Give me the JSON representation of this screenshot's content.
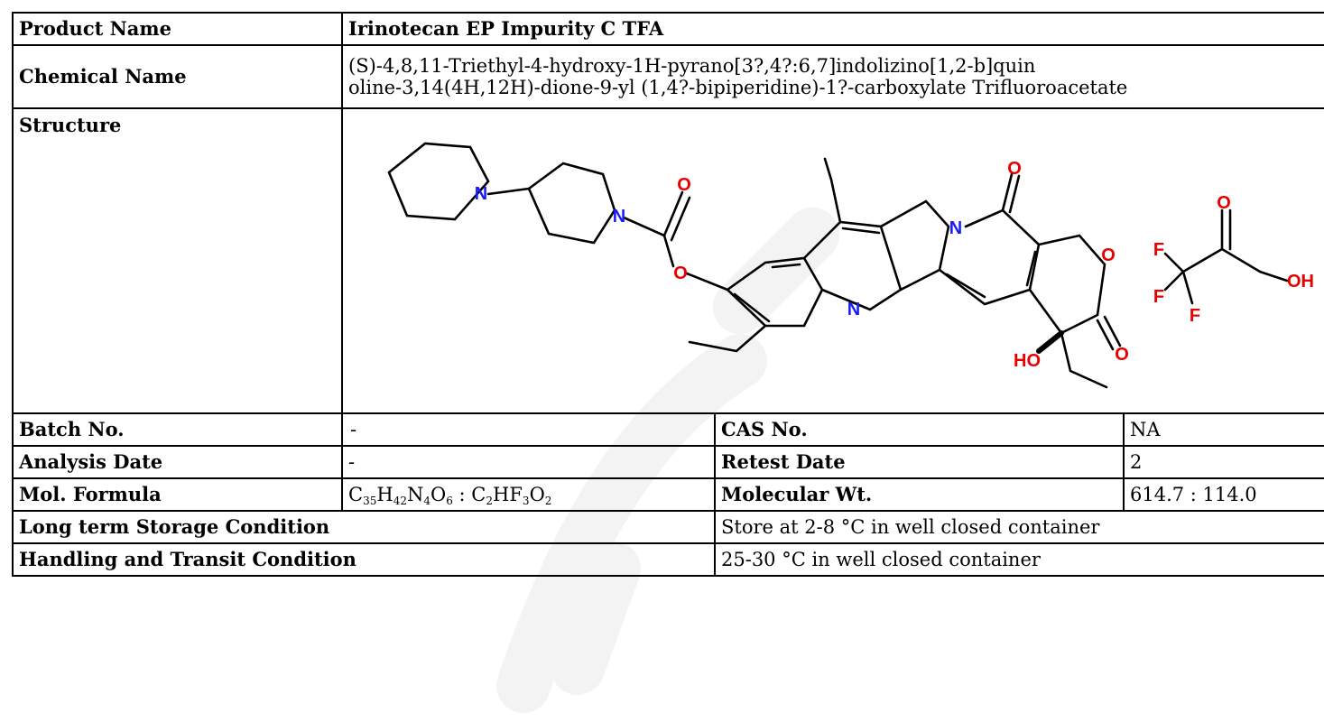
{
  "rows": {
    "product_name": {
      "label": "Product Name",
      "value": "Irinotecan EP Impurity C TFA"
    },
    "chemical_name": {
      "label": "Chemical Name",
      "value_line1": "(S)-4,8,11-Triethyl-4-hydroxy-1H-pyrano[3?,4?:6,7]indolizino[1,2-b]quin",
      "value_line2": "oline-3,14(4H,12H)-dione-9-yl (1,4?-bipiperidine)-1?-carboxylate Trifluoroacetate"
    },
    "structure": {
      "label": "Structure",
      "atoms": {
        "n": "N",
        "o": "O",
        "f": "F",
        "oh": "OH",
        "ho": "HO"
      }
    },
    "batch": {
      "label": "Batch No.",
      "value": "-",
      "label2": "CAS No.",
      "value2": "NA"
    },
    "analysis": {
      "label": "Analysis Date",
      "value": "-",
      "label2": "Retest Date",
      "value2": "2"
    },
    "formula": {
      "label": "Mol. Formula",
      "value": "C35H42N4O6 : C2HF3O2",
      "label2": "Molecular Wt.",
      "value2": "614.7 : 114.0"
    },
    "storage": {
      "label": "Long term Storage Condition",
      "value": "Store at 2-8 °C in well closed container"
    },
    "handling": {
      "label": "Handling and Transit Condition",
      "value": "25-30 °C in well closed container"
    }
  },
  "colors": {
    "nitrogen": "#1a1aff",
    "oxygen": "#e60000",
    "fluorine": "#e60000",
    "bond": "#000000"
  }
}
